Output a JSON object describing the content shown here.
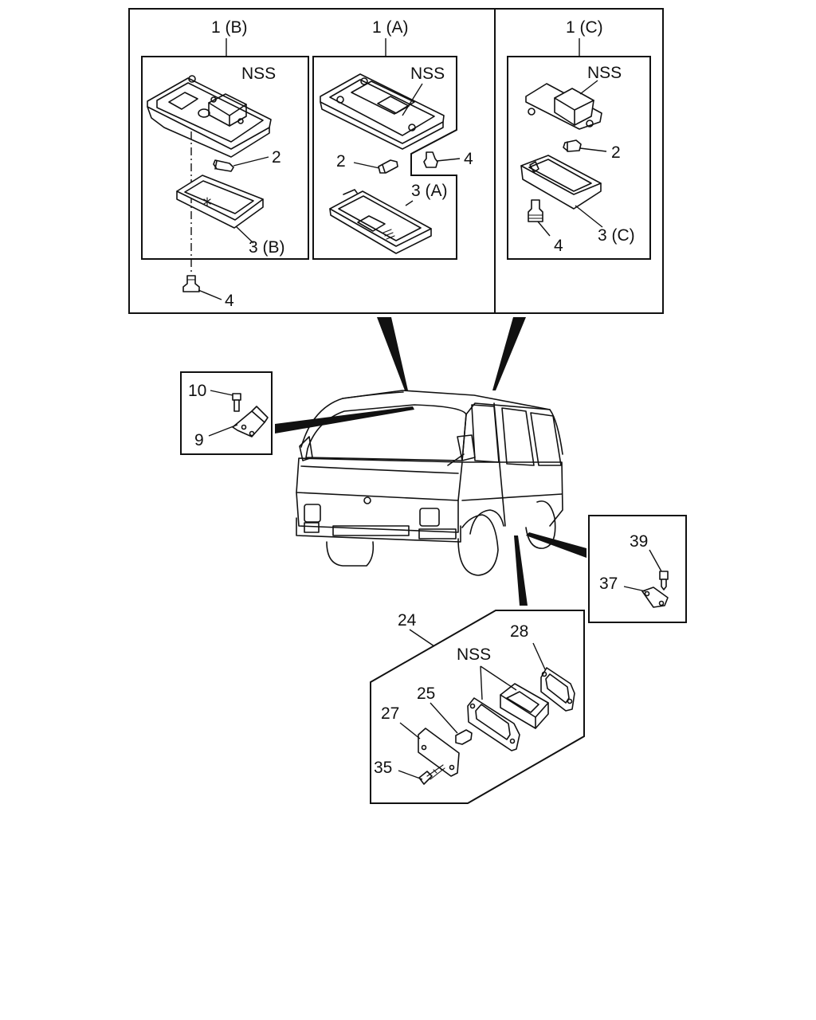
{
  "labels": {
    "l_1b": "1 (B)",
    "l_1a": "1 (A)",
    "l_1c": "1 (C)",
    "l_nss_b": "NSS",
    "l_nss_a": "NSS",
    "l_nss_c": "NSS",
    "l_2_b": "2",
    "l_2_a": "2",
    "l_2_c": "2",
    "l_4_b": "4",
    "l_4_a": "4",
    "l_4_c": "4",
    "l_3b": "3 (B)",
    "l_3a": "3 (A)",
    "l_3c": "3 (C)",
    "l_10": "10",
    "l_9": "9",
    "l_39": "39",
    "l_37": "37",
    "l_24": "24",
    "l_28": "28",
    "l_nss_d": "NSS",
    "l_25": "25",
    "l_27": "27",
    "l_35": "35"
  }
}
